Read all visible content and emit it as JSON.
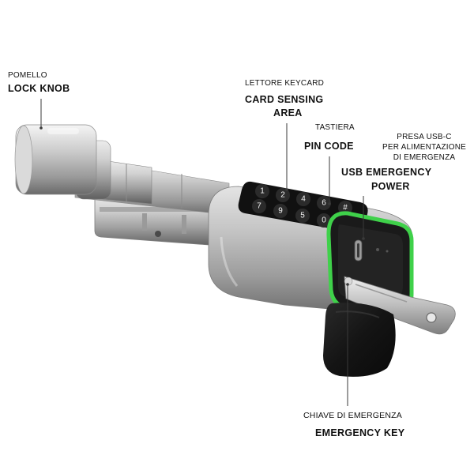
{
  "callouts": {
    "lock_knob": {
      "italian": "POMELLO",
      "english": "LOCK KNOB"
    },
    "card_sensing": {
      "italian": "LETTORE KEYCARD",
      "english_line1": "CARD SENSING",
      "english_line2": "AREA"
    },
    "pin_code": {
      "italian": "TASTIERA",
      "english": "PIN CODE"
    },
    "usb_power": {
      "italian_line1": "PRESA USB-C",
      "italian_line2": "PER ALIMENTAZIONE",
      "italian_line3": "DI EMERGENZA",
      "english_line1": "USB EMERGENCY",
      "english_line2": "POWER"
    },
    "emergency_key": {
      "italian": "CHIAVE DI EMERGENZA",
      "english": "EMERGENCY KEY"
    }
  },
  "keypad": {
    "row1": [
      "1",
      "2",
      "4",
      "6",
      "#"
    ],
    "row2": [
      "7",
      "9",
      "5",
      "0"
    ]
  },
  "colors": {
    "status_ring": "#3fd14a",
    "label_text": "#111111",
    "leader_line": "#3a3a3a"
  }
}
